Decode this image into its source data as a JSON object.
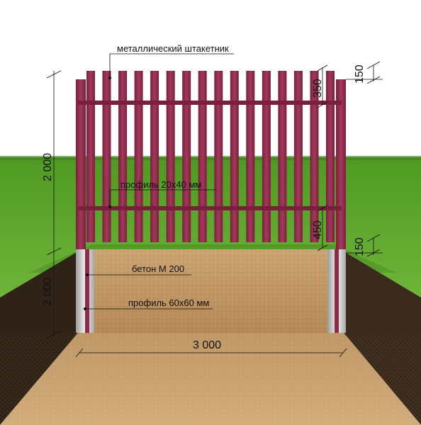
{
  "labels": {
    "picket": "металлический штакетник",
    "profile_small": "профиль 20х40 мм",
    "concrete": "бетон М 200",
    "profile_large": "профиль 60х60 мм"
  },
  "dimensions": {
    "fence_height": "2 000",
    "post_depth": "2 000",
    "span_width": "3 000",
    "top_gap": "350",
    "bottom_gap": "450",
    "top_offset": "150",
    "ground_offset": "150"
  },
  "colors": {
    "sky": "#ffffff",
    "grass": "#5aa02c",
    "grass_dark": "#3f7d1c",
    "soil": "#c29a63",
    "soil_dark": "#2f2217",
    "picket": "#8e2a4a",
    "post": "#d9d9d9"
  }
}
